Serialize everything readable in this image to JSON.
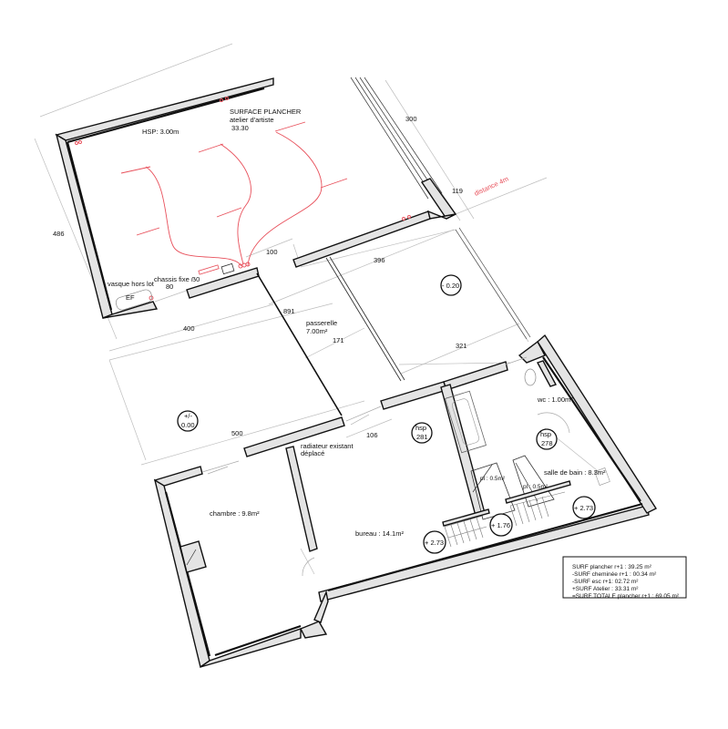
{
  "atelier": {
    "title": "SURFACE PLANCHER",
    "subtitle": "atelier d'artiste",
    "area": "33.30",
    "hsp": "HSP: 3.00m"
  },
  "dimensions": {
    "d300": "300",
    "d119": "119",
    "d486": "486",
    "d100": "100",
    "d80": "80",
    "d396": "396",
    "d891": "891",
    "d400": "400",
    "d171": "171",
    "d321": "321",
    "d500": "500",
    "d106": "106"
  },
  "annotations": {
    "distance": "distance 4m",
    "vasque": "vasque hors lot",
    "chassis": "chassis fixe ẞ0",
    "ef": "EF",
    "radiateur_line1": "radiateur existant",
    "radiateur_line2": "déplacé"
  },
  "rooms": {
    "passerelle_name": "passerelle",
    "passerelle_area": "7.00m²",
    "wc": "wc : 1.00m²",
    "salle_de_bain": "salle de bain : 8.3m²",
    "chambre": "chambre : 9.8m²",
    "bureau": "bureau : 14.1m²",
    "pl1": "pl : 0.5m²",
    "pl2": "pl : 0.5m²"
  },
  "levels": {
    "minus020": "- 0.20",
    "zero_top": "+/-",
    "zero_bottom": "0.00",
    "hsp281_top": "hsp",
    "hsp281_bottom": "281",
    "hsp278_top": "hsp",
    "hsp278_bottom": "278",
    "plus273_a": "+ 2.73",
    "plus176": "+ 1.76",
    "plus273_b": "+ 2.73"
  },
  "surface_table": {
    "rows": [
      "SURF  plancher r+1 : 39.25 m²",
      "-SURF cheminée r+1 : 00.34 m²",
      "-SURF esc r+1: 02.72 m²",
      "+SURF Atelier : 33.31 m²",
      "=SURF TOTALE plancher r+1 : 69.05 m²"
    ]
  },
  "colors": {
    "wall_fill": "#e4e4e4",
    "electrical": "#e8505b",
    "line": "#111111"
  }
}
